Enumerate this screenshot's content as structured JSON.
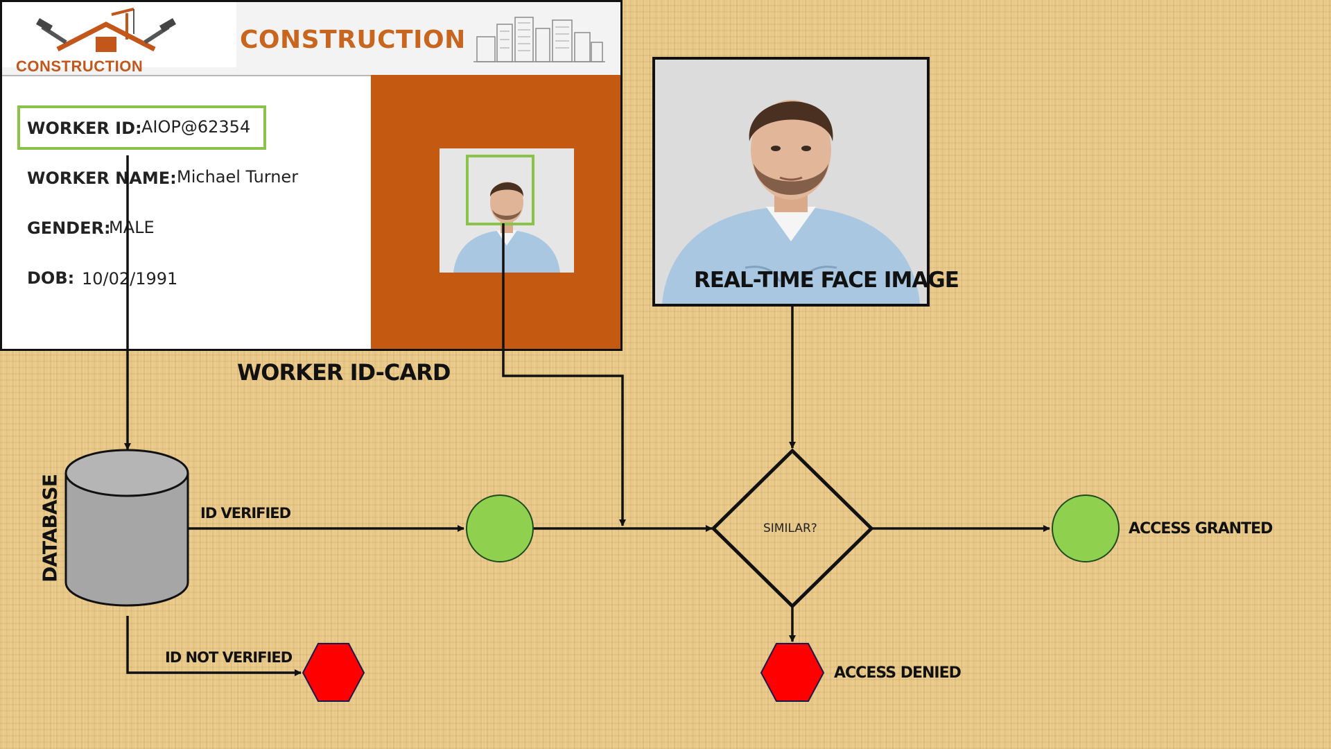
{
  "card": {
    "logo_text": "CONSTRUCTION",
    "header_title": "CONSTRUCTION",
    "fields": [
      {
        "label": "WORKER ID:",
        "value": "AIOP@62354"
      },
      {
        "label": "WORKER NAME:",
        "value": "Michael Turner"
      },
      {
        "label": "GENDER:",
        "value": "MALE"
      },
      {
        "label": "DOB:",
        "value": "10/02/1991"
      }
    ],
    "caption": "WORKER ID-CARD"
  },
  "face_image": {
    "caption": "REAL-TIME FACE IMAGE"
  },
  "nodes": {
    "database": "DATABASE",
    "decision": "SIMILAR?"
  },
  "edges": {
    "id_verified": "ID VERIFIED",
    "id_not_verified": "ID NOT VERIFIED"
  },
  "outcomes": {
    "access_granted": "ACCESS GRANTED",
    "access_denied": "ACCESS DENIED"
  },
  "colors": {
    "accent_orange": "#c45a12",
    "success_green": "#8fd14f",
    "denied_red": "#ff0000",
    "highlight_green": "#8bc34a"
  }
}
